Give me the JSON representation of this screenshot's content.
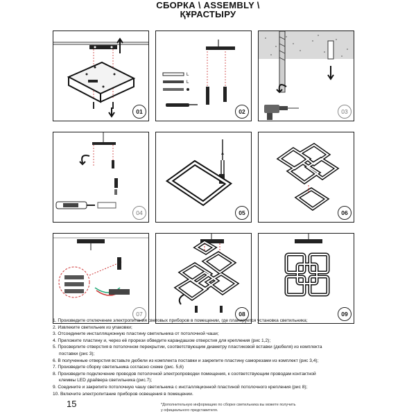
{
  "header": {
    "line1": "СБОРКА \\ ASSEMBLY \\",
    "line2": "ҚҰРАСТЫРУ"
  },
  "panels": [
    {
      "number": "01"
    },
    {
      "number": "02"
    },
    {
      "number": "03"
    },
    {
      "number": "04"
    },
    {
      "number": "05"
    },
    {
      "number": "06"
    },
    {
      "number": "07"
    },
    {
      "number": "08"
    },
    {
      "number": "09"
    }
  ],
  "instructions": [
    "1. Произведите отключение электропитания световых приборов в помещении, где планируется установка светильника;",
    "2. Извлеките светильник из упаковки;",
    "3. Отсоедините  инсталляционную пластину светильника от потолочной чаши;",
    "4. Приложите пластину и, через её прорези обведите карандашом отверстия для  крепления (рис 1,2);",
    "5. Просверлите отверстия в потолочном перекрытии, соответствующим диаметру пластиковой вставки (дюбеля) из комплекта",
    "поставки (рис 3);",
    "6. В полученные отверстия вставьте дюбели из комплекта поставки и закрепите пластину саморезами из комплект (рис 3,4);",
    "7. Произведите сборку светильника согласно схеме (рис. 5,6)",
    "8. Произведите подключение проводов  потолочной электропроводки помещения, к  соответствующим проводам  контактной",
    "клеммы LED драйвера светильника (рис.7);",
    "9. Соедините и закрепите потолочную чашу светильника с инсталляционной пластиной потолочного крепления (рис 8);",
    "10. Включите электропитание приборов освещения в помещении."
  ],
  "page_number": "15",
  "footer_note": {
    "line1": "*Дополнительную информацию по сборке светильника вы можете получить",
    "line2": "у официального представителя."
  },
  "icons": [
    "ceiling-plate-diagram",
    "screws-and-dowels-diagram",
    "drill-diagram",
    "screwdriver-diagram",
    "frame-with-cable-diagram",
    "light-frames-assembly-diagram",
    "wire-connection-diagram",
    "full-lamp-assembly-diagram",
    "assembled-lamp-diagram"
  ]
}
